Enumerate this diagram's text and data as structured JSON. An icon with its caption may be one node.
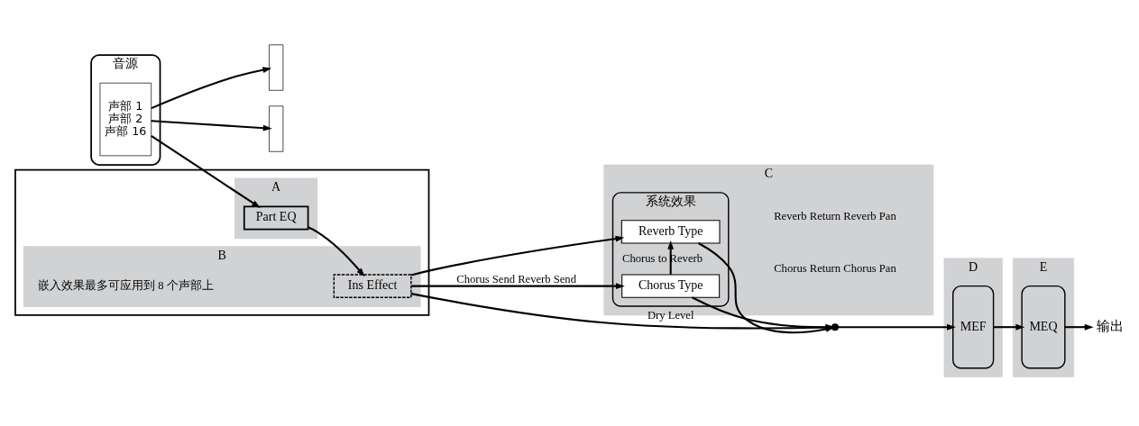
{
  "diagram": {
    "nodes": [
      {
        "text": [
          "音源"
        ]
      },
      {
        "text": [
          "声部 1",
          "声部 2",
          "声部 16"
        ],
        "in": 0
      },
      {
        "text": [],
        "shape": "box"
      },
      {
        "text": [],
        "shape": "box"
      },
      {
        "text": [],
        "shape": "box"
      },
      {
        "text": [
          "A"
        ],
        "in": 2
      },
      {
        "text": [
          "Part EQ"
        ],
        "in": 5
      },
      {
        "text": [
          "B"
        ],
        "in": 2
      },
      {
        "text": [
          "Ins Effect"
        ],
        "in": 7
      },
      {
        "text": [
          "C"
        ]
      },
      {
        "text": [
          "系统效果"
        ],
        "in": 9
      },
      {
        "text": [
          "Reverb Type"
        ],
        "in": 10
      },
      {
        "text": [
          "Chorus Type"
        ],
        "in": 10
      },
      {
        "text": [],
        "shape": "circle"
      },
      {
        "text": [
          "D"
        ]
      },
      {
        "text": [
          "MEF"
        ],
        "in": 14
      },
      {
        "text": [
          "E"
        ]
      },
      {
        "text": [
          "MEQ"
        ],
        "in": 16
      },
      {
        "text": [
          "输出"
        ]
      }
    ],
    "edges": [
      {
        "from": 1,
        "to": 6,
        "arrow": "to"
      },
      {
        "from": 1,
        "to": 3,
        "arrow": "to"
      },
      {
        "from": 1,
        "to": 4,
        "arrow": "to"
      },
      {
        "from": 6,
        "to": 8,
        "arrow": "to"
      },
      {
        "from": 8,
        "to": 12,
        "arrow": "to",
        "label": "Chorus Send Reverb Send"
      },
      {
        "from": 8,
        "to": 11,
        "arrow": "to"
      },
      {
        "from": 12,
        "to": 11,
        "arrow": "to",
        "label": "Chorus to Reverb"
      },
      {
        "from": 11,
        "to": 13,
        "arrow": "to"
      },
      {
        "from": 12,
        "to": 13,
        "arrow": "to"
      },
      {
        "from": 8,
        "to": 13,
        "arrow": "to",
        "label": "Dry Level"
      },
      {
        "from": 13,
        "to": 15,
        "arrow": "to"
      },
      {
        "from": 15,
        "to": 17,
        "arrow": "to"
      },
      {
        "from": 17,
        "to": 18,
        "arrow": "to"
      }
    ],
    "labels": [
      "嵌入效果最多可应用到 8 个声部上",
      "Reverb Return Reverb Pan",
      "Chorus Return Chorus Pan"
    ]
  }
}
